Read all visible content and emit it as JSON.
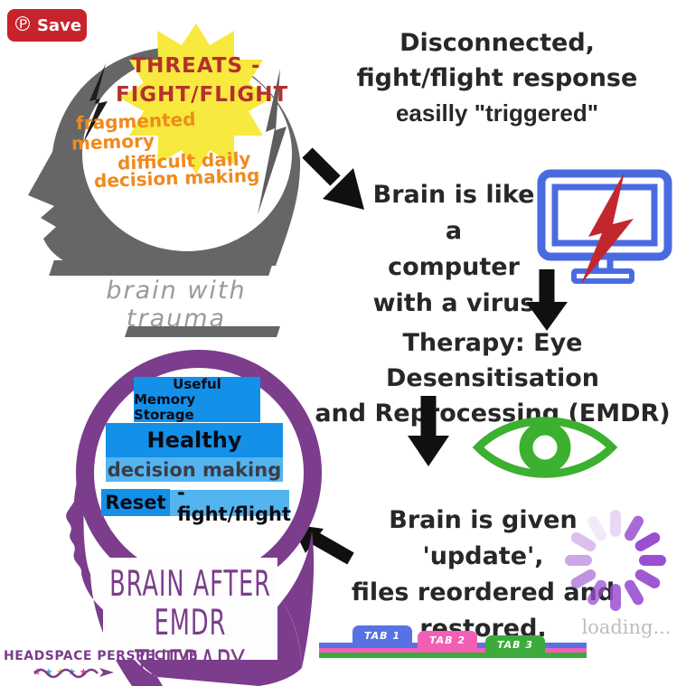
{
  "pinterest": {
    "save_label": "Save",
    "icon_glyph": "℗"
  },
  "trauma_section": {
    "starburst": {
      "line1": "THREATS -",
      "line2": "FIGHT/FLIGHT"
    },
    "notes": {
      "line1": "fragmented",
      "line2": "memory",
      "line3": "difficult daily",
      "line4": "decision making"
    },
    "caption": "brain with trauma"
  },
  "flow": {
    "disconnected": {
      "line1": "Disconnected,",
      "line2": "fight/flight response",
      "line3": "easilly \"triggered\""
    },
    "computer": {
      "line1": "Brain is like a",
      "line2": "computer",
      "line3": "with a virus"
    },
    "therapy": {
      "line1": "Therapy: Eye Desensitisation",
      "line2": "and Reprocessing (EMDR)"
    },
    "update": {
      "line1": "Brain is given 'update',",
      "line2": "files reordered and",
      "line3": "restored."
    },
    "loading_label": "loading..."
  },
  "healed_section": {
    "memory_box": {
      "line1": "Useful",
      "line2": "Memory Storage"
    },
    "decision_box": {
      "top": "Healthy",
      "bottom": "decision making"
    },
    "reset_box": {
      "left": "Reset",
      "right": "- fight/flight"
    },
    "caption": {
      "line1": "BRAIN AFTER",
      "line2": "EMDR THERAPY"
    }
  },
  "browser_tabs": [
    {
      "label": "TAB 1",
      "color": "#5872e3"
    },
    {
      "label": "TAB 2",
      "color": "#f45fb5"
    },
    {
      "label": "TAB 3",
      "color": "#3cab3c"
    }
  ],
  "footer": {
    "brand": "HEADSPACE PERSPECTIVE"
  },
  "icons": {
    "star_glyph": "★"
  },
  "colors": {
    "trauma_head_gray": "#666668",
    "healed_head_purple": "#7b3d8c",
    "starburst_yellow": "#f7e93d",
    "threat_red": "#b5302e",
    "note_orange": "#f08a1f",
    "monitor_blue": "#4a6be0",
    "virus_red": "#c1272d",
    "eye_green": "#3cb02f",
    "spinner_purple": "#9a4fd0",
    "box_blue_dark": "#1390e8",
    "box_blue_light": "#53b4ef",
    "tab_blue": "#5872e3",
    "tab_pink": "#f45fb5",
    "tab_green": "#3cab3c",
    "pinterest_red": "#c8232c"
  }
}
